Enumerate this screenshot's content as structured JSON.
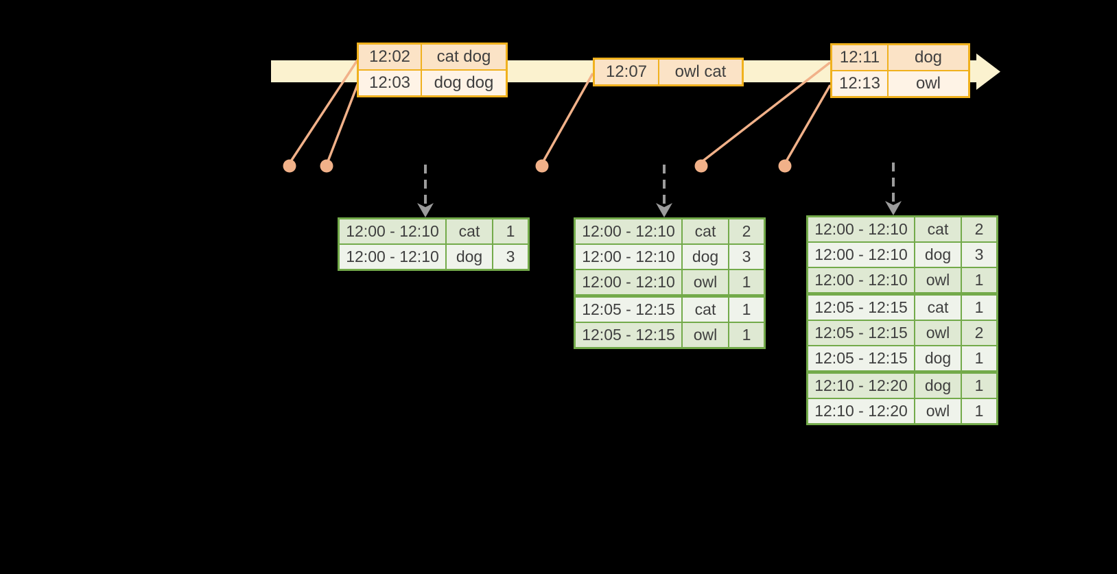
{
  "colors": {
    "background": "#000000",
    "timeline_band": "#FBF2CF",
    "event_table_border": "#F0B11E",
    "event_row_dark": "#FBE3C6",
    "event_row_light": "#FEF3E6",
    "connector": "#F1B189",
    "result_table_border": "#73AA4A",
    "result_row_dark": "#DFE9D3",
    "result_row_light": "#EFF3EB",
    "trigger_arrow": "#9C9C9C",
    "text": "#3F3F3F"
  },
  "event_tables": [
    {
      "rows": [
        {
          "time": "12:02",
          "words": "cat dog"
        },
        {
          "time": "12:03",
          "words": "dog dog"
        }
      ]
    },
    {
      "rows": [
        {
          "time": "12:07",
          "words": "owl cat"
        }
      ]
    },
    {
      "rows": [
        {
          "time": "12:11",
          "words": "dog"
        },
        {
          "time": "12:13",
          "words": "owl"
        }
      ]
    }
  ],
  "result_tables": [
    {
      "rows": [
        {
          "window": "12:00 - 12:10",
          "word": "cat",
          "count": "1"
        },
        {
          "window": "12:00 - 12:10",
          "word": "dog",
          "count": "3"
        }
      ]
    },
    {
      "rows": [
        {
          "window": "12:00 - 12:10",
          "word": "cat",
          "count": "2"
        },
        {
          "window": "12:00 - 12:10",
          "word": "dog",
          "count": "3"
        },
        {
          "window": "12:00 - 12:10",
          "word": "owl",
          "count": "1"
        },
        {
          "window": "12:05 - 12:15",
          "word": "cat",
          "count": "1"
        },
        {
          "window": "12:05 - 12:15",
          "word": "owl",
          "count": "1"
        }
      ]
    },
    {
      "rows": [
        {
          "window": "12:00 - 12:10",
          "word": "cat",
          "count": "2"
        },
        {
          "window": "12:00 - 12:10",
          "word": "dog",
          "count": "3"
        },
        {
          "window": "12:00 - 12:10",
          "word": "owl",
          "count": "1"
        },
        {
          "window": "12:05 - 12:15",
          "word": "cat",
          "count": "1"
        },
        {
          "window": "12:05 - 12:15",
          "word": "owl",
          "count": "2"
        },
        {
          "window": "12:05 - 12:15",
          "word": "dog",
          "count": "1"
        },
        {
          "window": "12:10 - 12:20",
          "word": "dog",
          "count": "1"
        },
        {
          "window": "12:10 - 12:20",
          "word": "owl",
          "count": "1"
        }
      ]
    }
  ]
}
